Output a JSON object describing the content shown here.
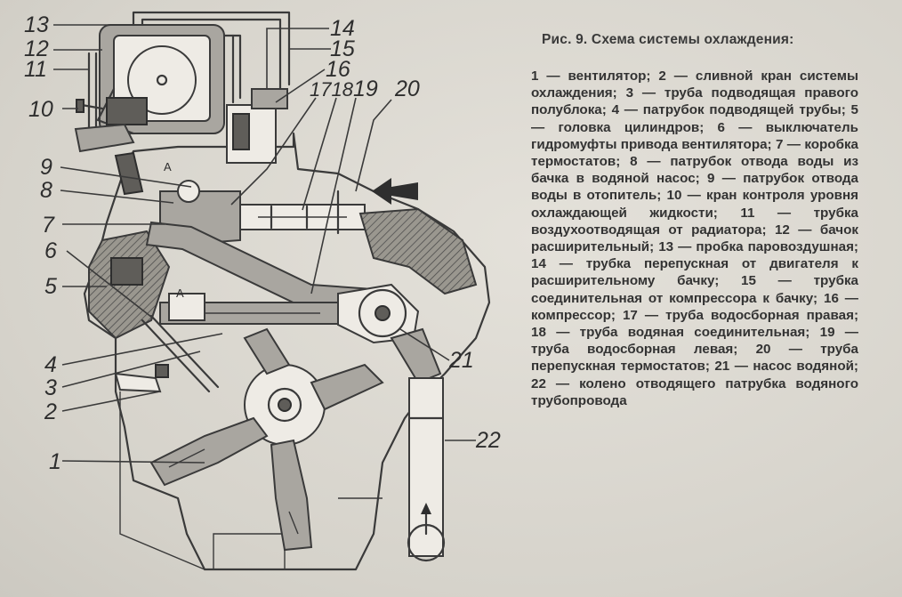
{
  "caption": {
    "title": "Рис. 9. Схема системы охлаждения:",
    "body": "1 — вентилятор; 2 — сливной кран системы охлаждения; 3 — труба подводящая правого полублока; 4 — патрубок подводящей трубы; 5 — головка цилиндров; 6 — выключатель гидромуфты привода вентилятора; 7 — коробка термостатов; 8 — патрубок отвода воды из бачка в водяной насос; 9 — патрубок отвода воды в отопитель; 10 — кран контроля уровня охлаждающей жидкости; 11 — трубка воздухоотводящая от радиатора; 12 — бачок расширительный; 13 — пробка паровоздушная; 14 — трубка перепускная от двигателя к расширительному бачку; 15 — трубка соединительная от компрессора к бачку; 16 — компрессор; 17 — труба водосборная правая; 18 — труба водяная соединительная; 19 — труба водосборная левая; 20 — труба перепускная термостатов; 21 — насос водяной; 22 — колено отводящего патрубка водяного трубопровода"
  },
  "callouts": {
    "n1": "1",
    "n2": "2",
    "n3": "3",
    "n4": "4",
    "n5": "5",
    "n6": "6",
    "n7": "7",
    "n8": "8",
    "n9": "9",
    "n10": "10",
    "n11": "11",
    "n12": "12",
    "n13": "13",
    "n14": "14",
    "n15": "15",
    "n16": "16",
    "n17_18": "1718",
    "n19": "19",
    "n20": "20",
    "n21": "21",
    "n22": "22"
  },
  "markers": {
    "section_a1": "А",
    "section_a2": "А"
  },
  "colors": {
    "paper": "#d9d6cf",
    "ink": "#3a3a3a",
    "tank_fill": "#a9a6a0"
  }
}
